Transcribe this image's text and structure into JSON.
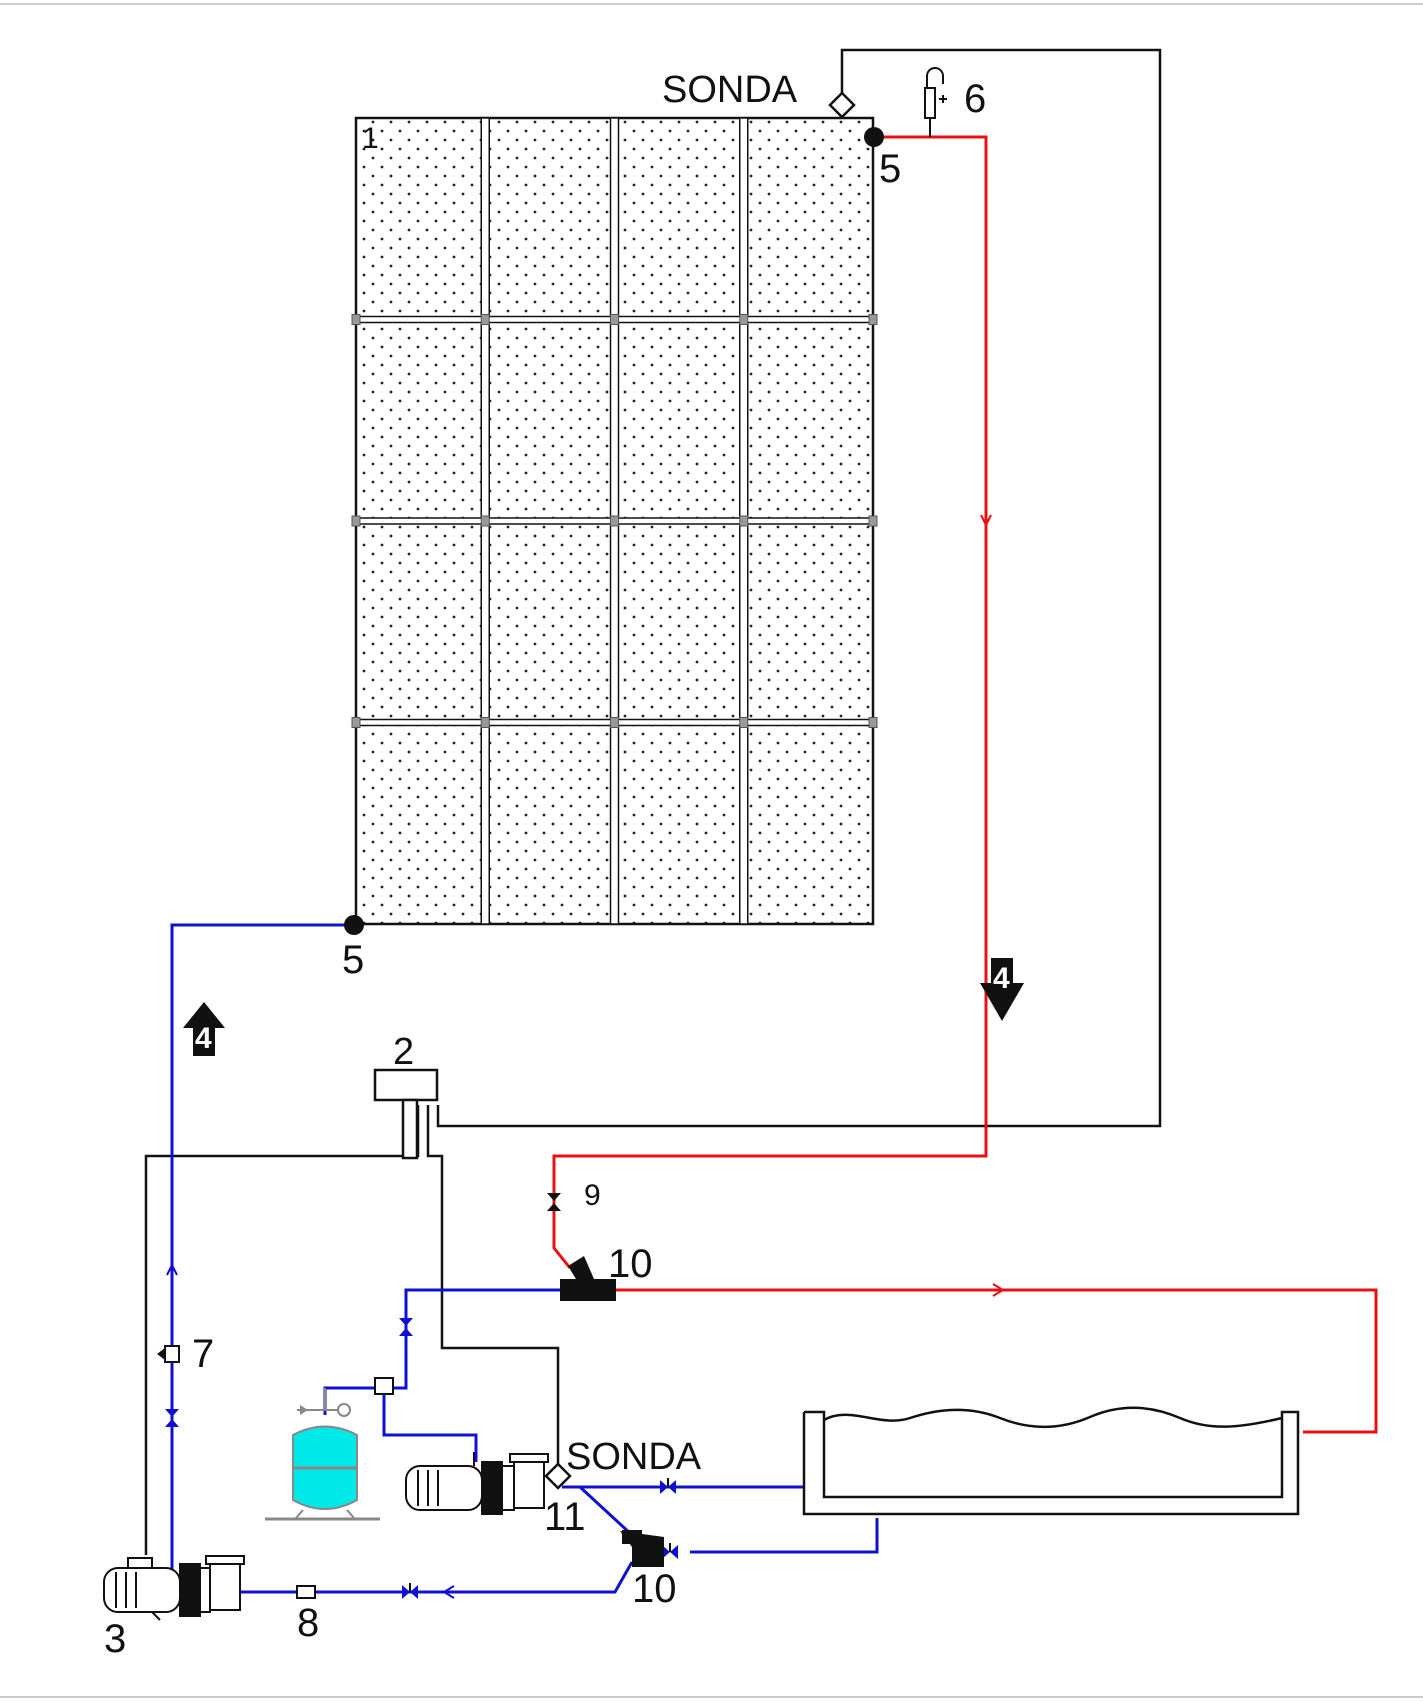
{
  "labels": {
    "panel_number": "1",
    "mixer_number": "2",
    "main_pump_number": "3",
    "flow_arrow_up": "4",
    "flow_arrow_down": "4",
    "connection_top": "5",
    "connection_bottom": "5",
    "air_vent_number": "6",
    "check_valve_number": "7",
    "filter_number": "8",
    "valve_number": "9",
    "three_way_valve_top": "10",
    "three_way_valve_bottom": "10",
    "aux_pump_number": "11",
    "probe_top": "SONDA",
    "probe_bottom": "SONDA"
  },
  "colors": {
    "cold_pipe": "#1010d0",
    "hot_pipe": "#e81010",
    "control_wire": "#111111",
    "expansion_tank": "#00e8e8",
    "panel_fill": "#ffffff"
  },
  "panel_grid": {
    "rows": 4,
    "columns": 4
  }
}
